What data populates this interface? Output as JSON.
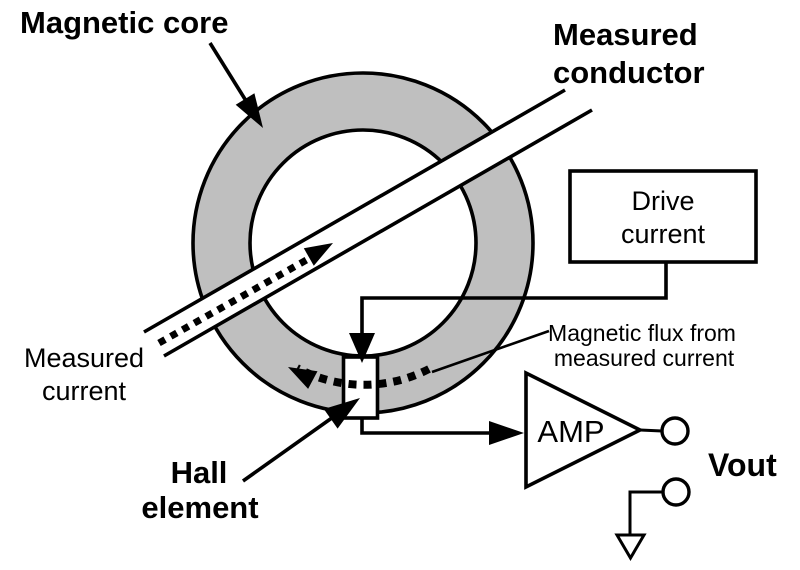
{
  "diagram": {
    "title_meaning": "Hall-effect current sensor with magnetic core",
    "labels": {
      "magnetic_core": "Magnetic core",
      "measured_conductor": {
        "line1": "Measured",
        "line2": "conductor"
      },
      "measured_current": {
        "line1": "Measured",
        "line2": "current"
      },
      "drive_current": {
        "line1": "Drive",
        "line2": "current"
      },
      "flux": {
        "line1": "Magnetic flux from",
        "line2": "measured current"
      },
      "hall_element": {
        "line1": "Hall",
        "line2": "element"
      },
      "amp": "AMP",
      "vout": "Vout"
    },
    "colors": {
      "core_gray": "#bfbfbf",
      "ink": "#000000",
      "background": "#ffffff"
    }
  }
}
